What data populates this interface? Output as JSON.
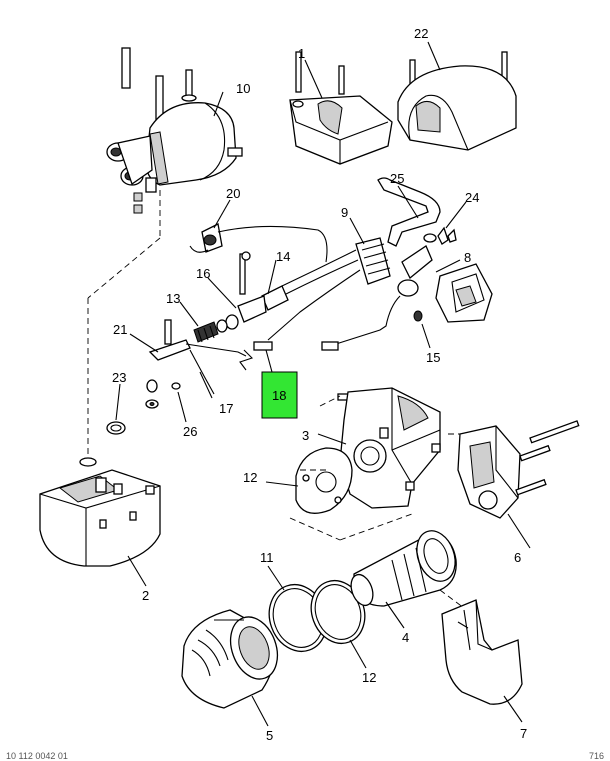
{
  "diagram": {
    "callouts": [
      {
        "id": "c1",
        "text": "1"
      },
      {
        "id": "c22",
        "text": "22"
      },
      {
        "id": "c10",
        "text": "10"
      },
      {
        "id": "c20",
        "text": "20"
      },
      {
        "id": "c25",
        "text": "25"
      },
      {
        "id": "c24",
        "text": "24"
      },
      {
        "id": "c9",
        "text": "9"
      },
      {
        "id": "c8",
        "text": "8"
      },
      {
        "id": "c15",
        "text": "15"
      },
      {
        "id": "c14",
        "text": "14"
      },
      {
        "id": "c16",
        "text": "16"
      },
      {
        "id": "c13",
        "text": "13"
      },
      {
        "id": "c21",
        "text": "21"
      },
      {
        "id": "c23",
        "text": "23"
      },
      {
        "id": "c17",
        "text": "17"
      },
      {
        "id": "c26",
        "text": "26"
      },
      {
        "id": "c3",
        "text": "3"
      },
      {
        "id": "c12a",
        "text": "12"
      },
      {
        "id": "c6",
        "text": "6"
      },
      {
        "id": "c2",
        "text": "2"
      },
      {
        "id": "c11",
        "text": "11"
      },
      {
        "id": "c4",
        "text": "4"
      },
      {
        "id": "c12b",
        "text": "12"
      },
      {
        "id": "c5",
        "text": "5"
      },
      {
        "id": "c7",
        "text": "7"
      }
    ],
    "highlight": {
      "text": "18",
      "color": "#33e633"
    }
  },
  "footer": {
    "left": "10 112 0042 01",
    "right": "716"
  }
}
